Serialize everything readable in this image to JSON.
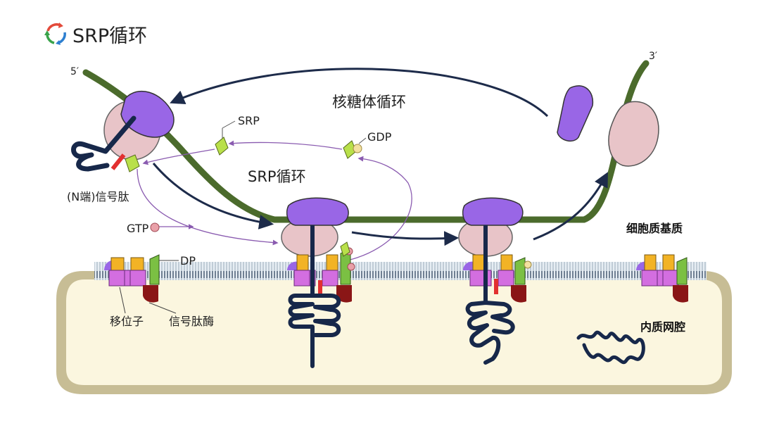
{
  "header": {
    "title": "SRP循环",
    "icon": "cycle-arrows-icon"
  },
  "labels": {
    "five_prime": "5′",
    "three_prime": "3′",
    "ribosome_cycle": "核糖体循环",
    "srp": "SRP",
    "gdp": "GDP",
    "srp_cycle": "SRP循环",
    "signal_peptide": "(N端)信号肽",
    "gtp": "GTP",
    "dp": "DP",
    "translocon": "移位子",
    "signal_peptidase": "信号肽酶",
    "cytoplasm": "细胞质基质",
    "er_lumen": "内质网腔"
  },
  "colors": {
    "mrna": "#4b6b2c",
    "ribosome_large": "#9966e6",
    "ribosome_small": "#e8c4c8",
    "srp": "#b9e04a",
    "translocon": "#d36ee0",
    "signal_peptidase": "#8a1616",
    "signal_seq": "#e23030",
    "polypeptide": "#17284a",
    "arrow_dark": "#1d2b4a",
    "arrow_purple": "#8a5bb0",
    "membrane_fill": "#fbf6df",
    "membrane_edge": "#c5bd93",
    "gtp": "#e9a0a8",
    "gdp": "#f3e0a0",
    "orange_subunit": "#f2b325"
  }
}
